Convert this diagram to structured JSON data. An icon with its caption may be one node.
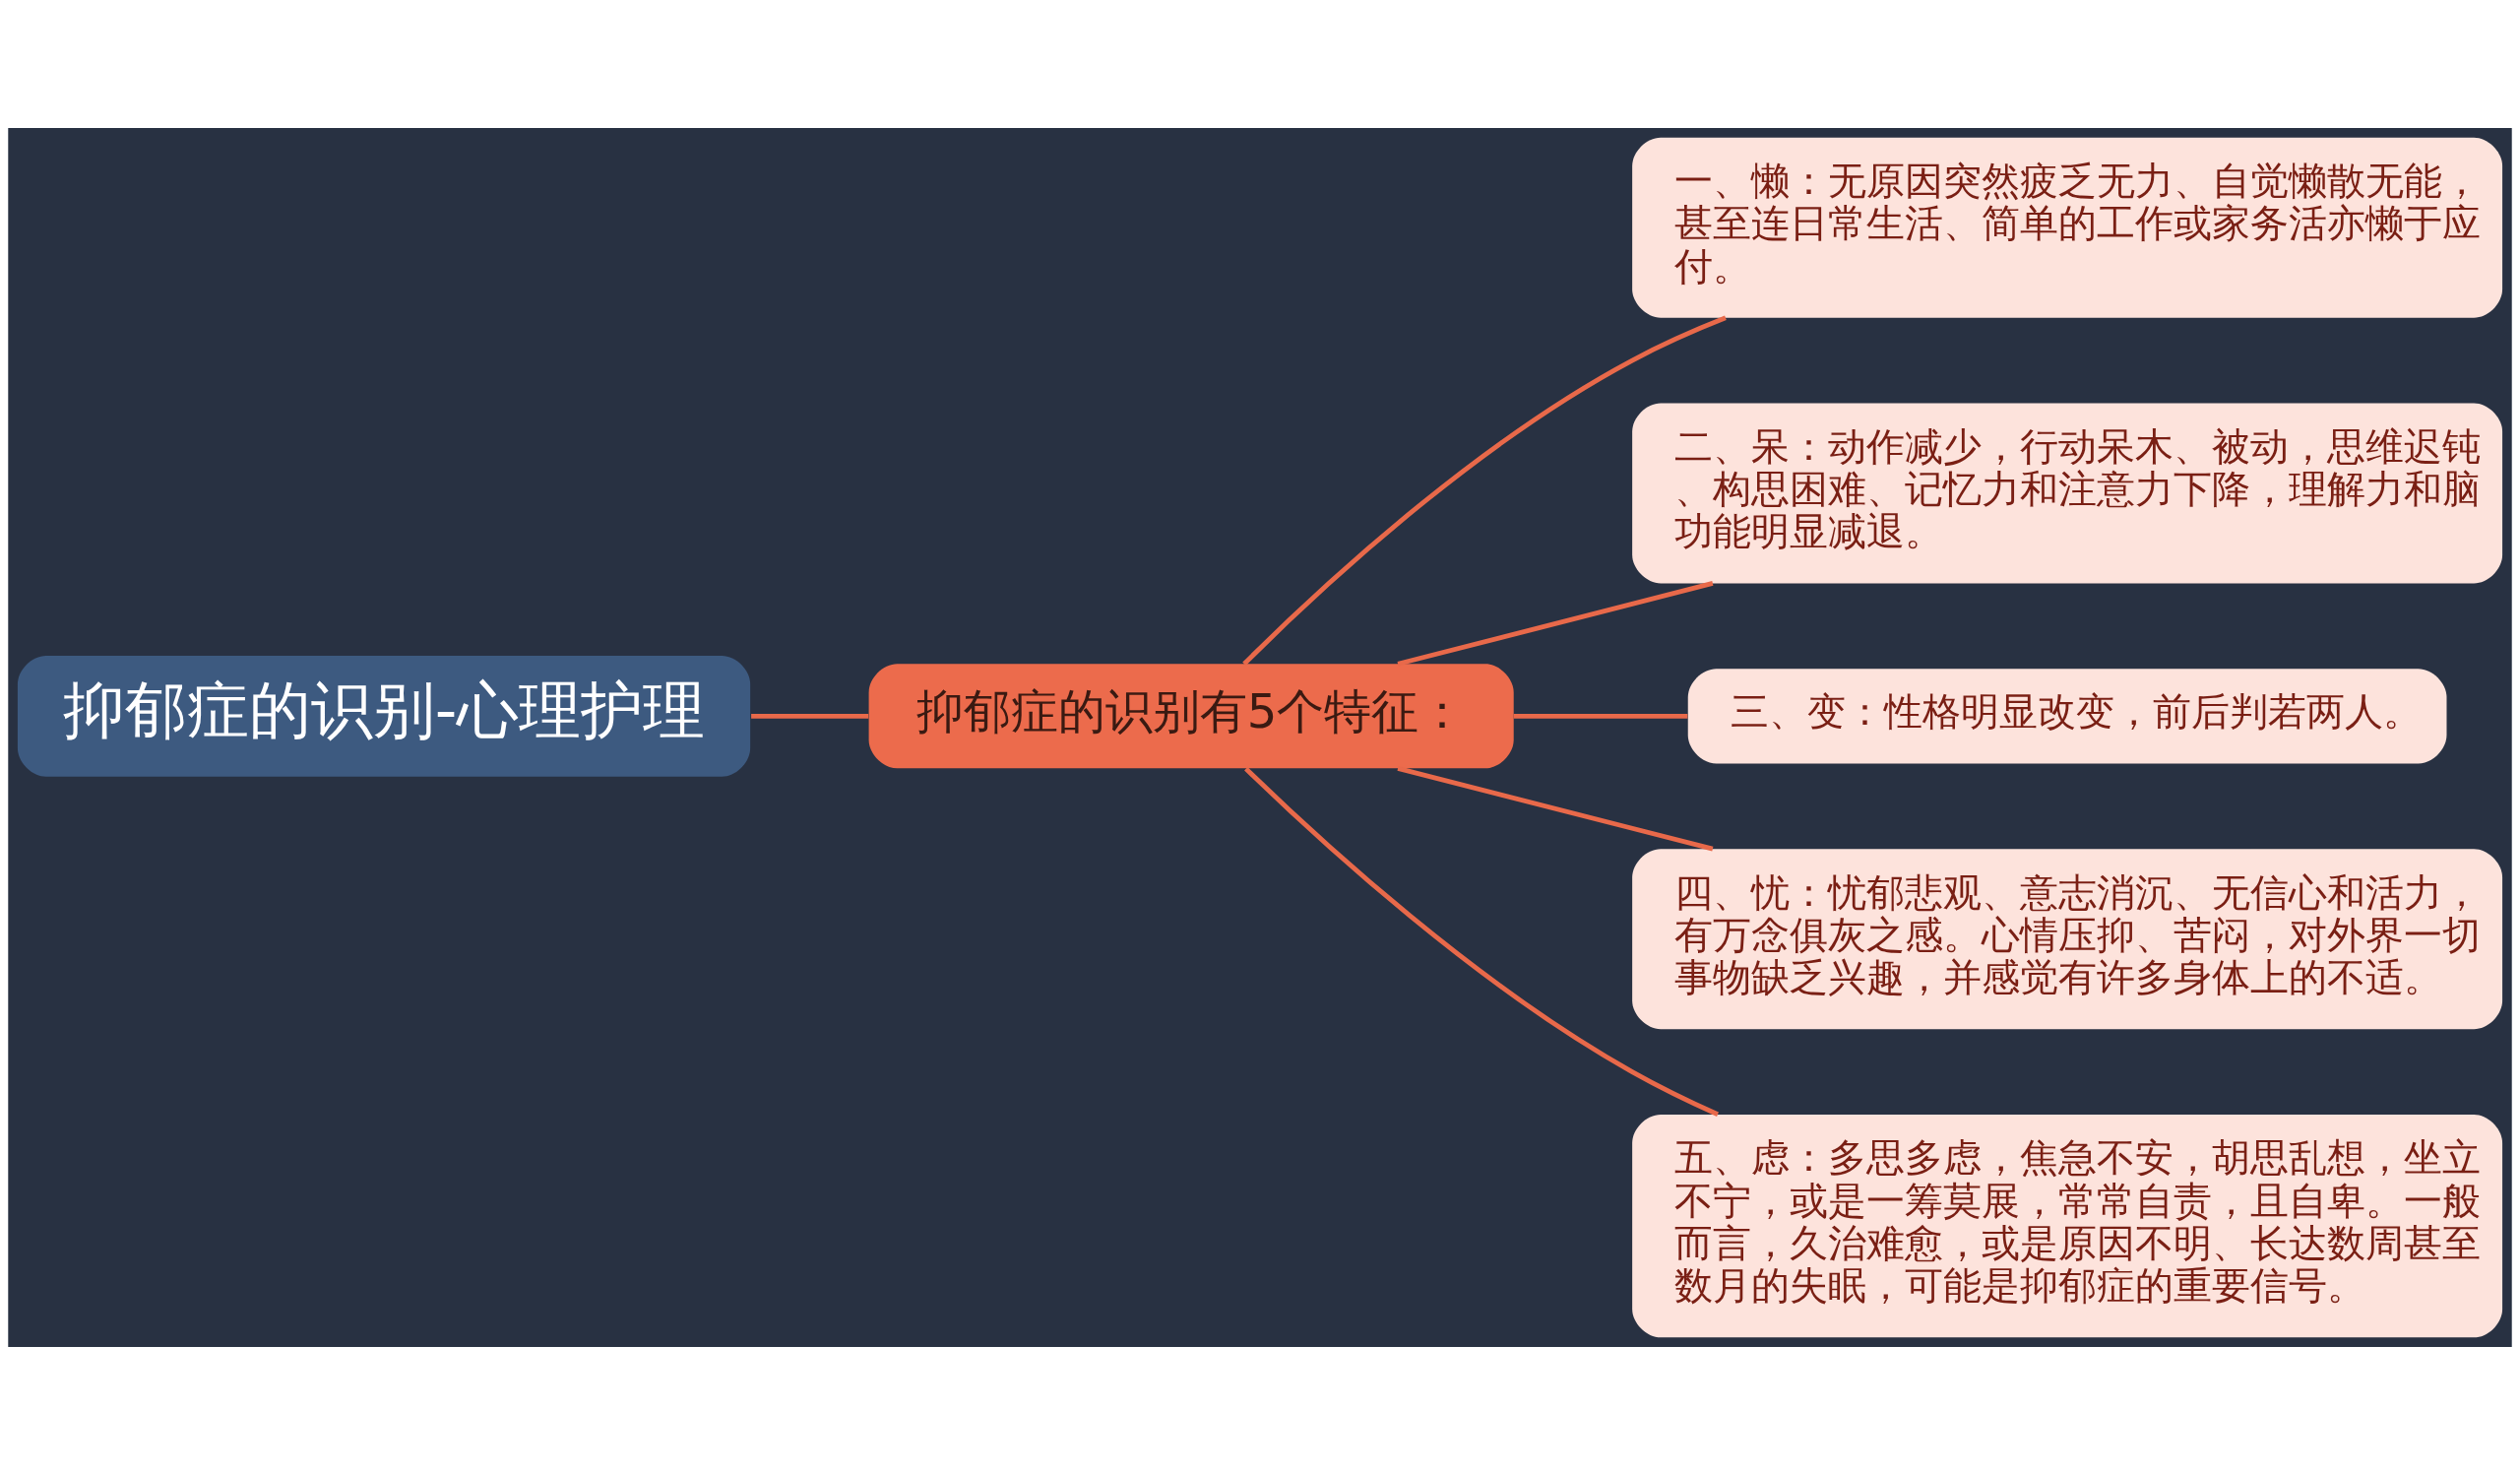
{
  "diagram": {
    "nodes": [
      {
        "text": [
          "抑郁症的识别-心理护理"
        ]
      },
      {
        "text": [
          "抑郁症的识别有5个特征："
        ]
      },
      {
        "text": [
          "一、懒：无原因突然疲乏无力、自觉懒散无能，甚至连日常生活、简单的工作或家务活亦懒于应付。"
        ]
      },
      {
        "text": [
          "二、呆：动作减少，行动呆木、被动，思维迟钝、构思困难、记忆力和注意力下降，理解力和脑功能明显减退。"
        ]
      },
      {
        "text": [
          "三、变：性格明显改变，前后判若两人。"
        ]
      },
      {
        "text": [
          "四、忧：忧郁悲观、意志消沉、无信心和活力，有万念俱灰之感。心情压抑、苦闷，对外界一切事物缺乏兴趣，并感觉有许多身体上的不适。"
        ]
      },
      {
        "text": [
          "五、虑：多思多虑，焦急不安，胡思乱想，坐立不宁，或是一筹莫展，常常自责，且自卑。一般而言，久治难愈，或是原因不明、长达数周甚至数月的失眠，可能是抑郁症的重要信号。"
        ]
      }
    ],
    "edges": [
      {
        "from": 0,
        "to": 1,
        "arrow": "none"
      },
      {
        "from": 1,
        "to": 2,
        "arrow": "none"
      },
      {
        "from": 1,
        "to": 3,
        "arrow": "none"
      },
      {
        "from": 1,
        "to": 4,
        "arrow": "none"
      },
      {
        "from": 1,
        "to": 5,
        "arrow": "none"
      },
      {
        "from": 1,
        "to": 6,
        "arrow": "none"
      }
    ]
  }
}
